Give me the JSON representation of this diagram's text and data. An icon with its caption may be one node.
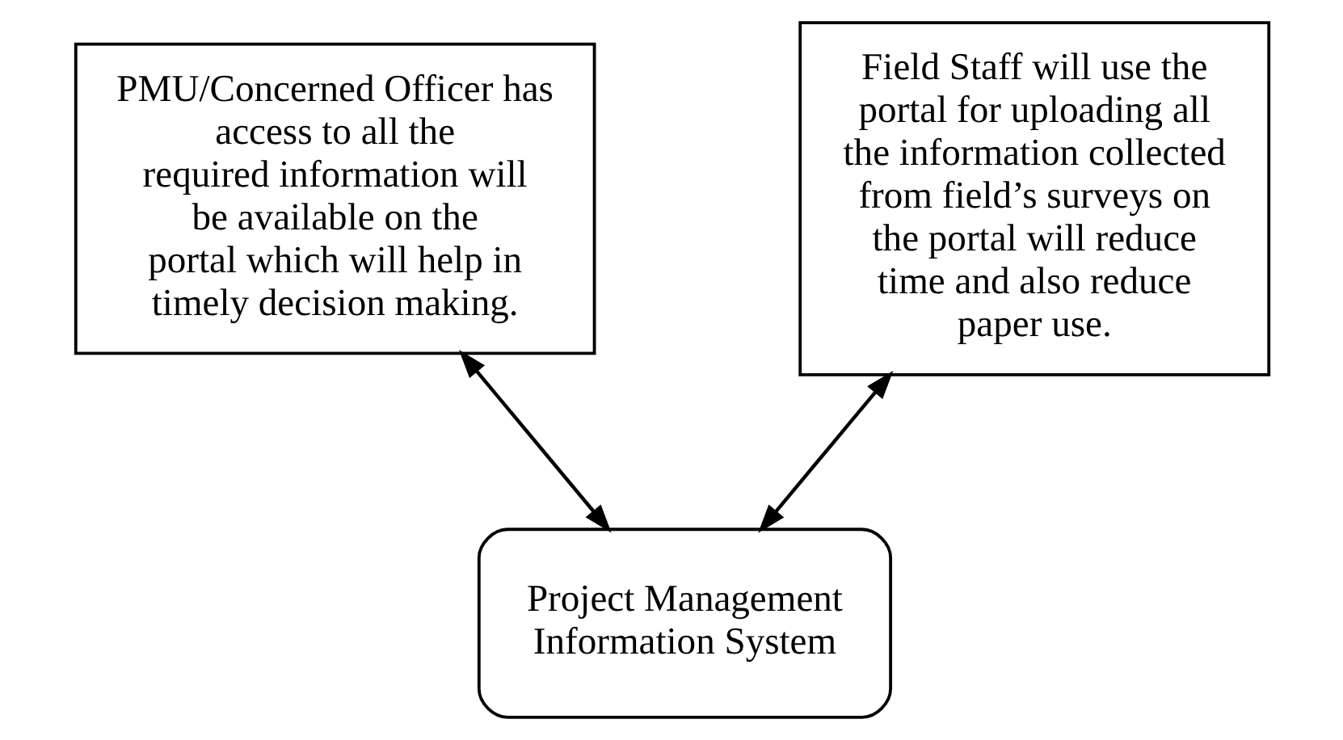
{
  "diagram": {
    "nodes": [
      {
        "text": [
          "PMU/Concerned Officer has access to all the required information will be available on the portal which will help in timely decision making."
        ]
      },
      {
        "text": [
          "Field Staff will use the portal for uploading all the information collected from field’s surveys on the portal will reduce time and also reduce paper use."
        ]
      },
      {
        "text": [
          "Project Management Information System"
        ]
      }
    ],
    "edges": [
      {
        "from": 0,
        "to": 2,
        "arrow": "both"
      },
      {
        "from": 1,
        "to": 2,
        "arrow": "both"
      }
    ]
  }
}
